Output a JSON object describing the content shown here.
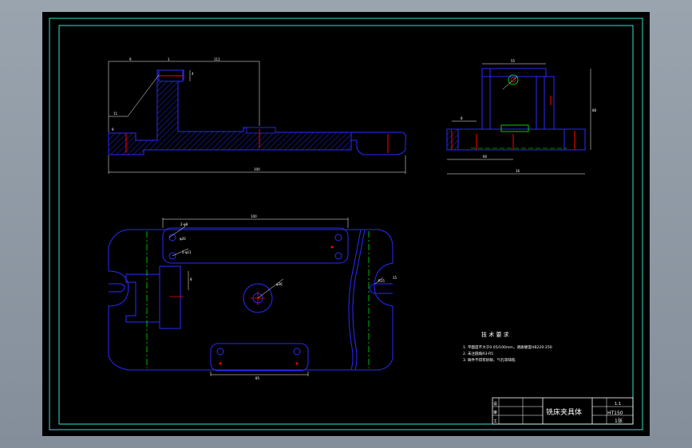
{
  "colors": {
    "background": "#000000",
    "border": "#34e0d0",
    "outline": "#2a2aff",
    "dimension": "#ffffff",
    "hatch": "#2a2aff",
    "centerline": "#00ff00",
    "cut_line": "#ff0000",
    "viewport": "#8d97a3"
  },
  "technical_requirements": {
    "heading": "技 术 要 求",
    "items": [
      "1.  平面度不大于0.05/100mm，调质硬度HB220-250",
      "2.  未注圆角R3-R5",
      "3.  铸件不得有砂眼、气孔等缺陷"
    ]
  },
  "title_block": {
    "drawing_name": "铣床夹具体",
    "material": "HT150",
    "scale": "1:1",
    "sheet_count": "1张",
    "row_labels": [
      "设",
      "审",
      "工"
    ]
  },
  "dimensions": {
    "front_view": [
      "9",
      "1",
      "111",
      "11",
      "4",
      "9",
      "100"
    ],
    "side_view": [
      "60",
      "8",
      "55",
      "88",
      "16"
    ],
    "top_view": [
      "2-φ8",
      "φ20",
      "2-φ11",
      "100",
      "φ36",
      "R15",
      "85",
      "8",
      "15"
    ]
  }
}
